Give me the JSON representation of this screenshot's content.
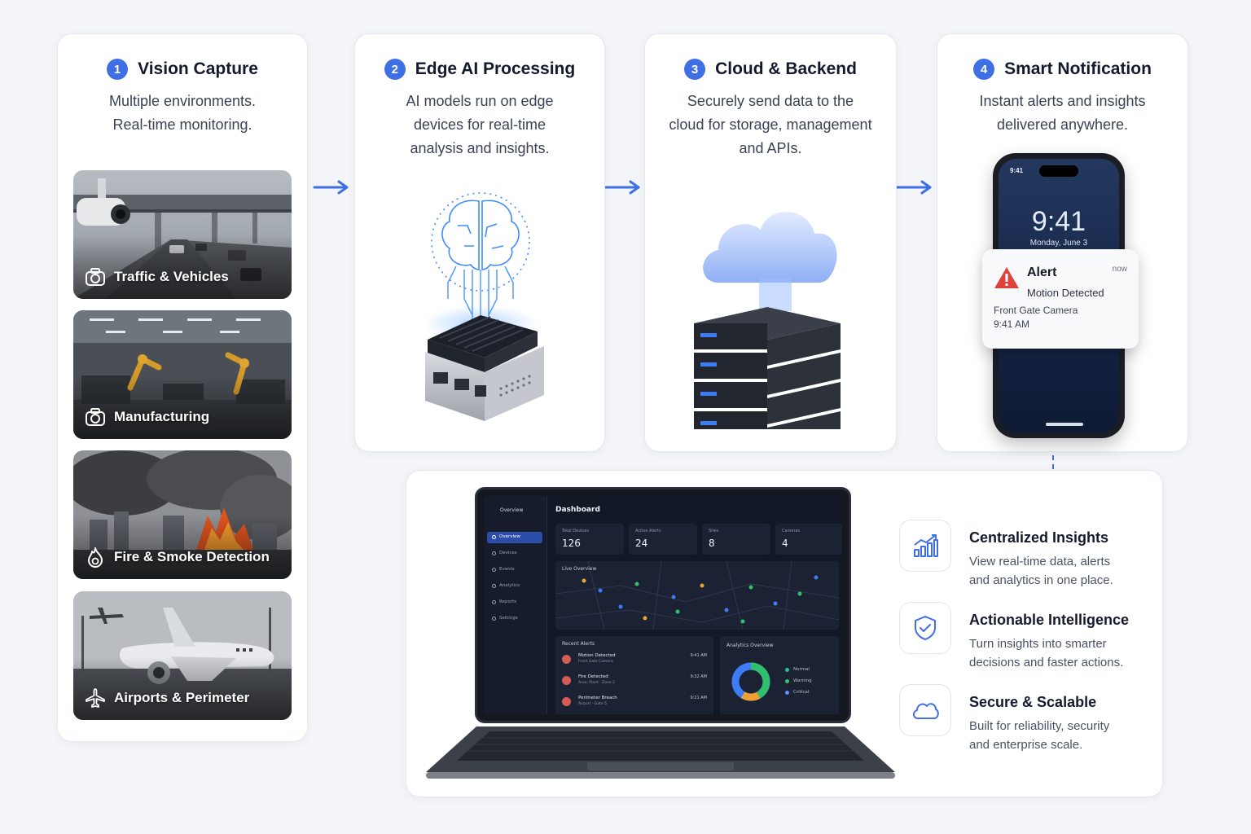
{
  "steps": [
    {
      "num": "1",
      "title": "Vision Capture",
      "desc_lines": [
        "Multiple environments.",
        "Real-time monitoring."
      ]
    },
    {
      "num": "2",
      "title": "Edge AI Processing",
      "desc_lines": [
        "AI models run on edge",
        "devices for real-time",
        "analysis and insights."
      ]
    },
    {
      "num": "3",
      "title": "Cloud & Backend",
      "desc_lines": [
        "Securely send data to the",
        "cloud for storage, management",
        "and APIs."
      ]
    },
    {
      "num": "4",
      "title": "Smart Notification",
      "desc_lines": [
        "Instant alerts and insights",
        "delivered anywhere."
      ]
    }
  ],
  "environments": [
    {
      "label": "Traffic & Vehicles",
      "icon": "camera-icon"
    },
    {
      "label": "Manufacturing",
      "icon": "camera-icon"
    },
    {
      "label": "Fire & Smoke Detection",
      "icon": "fire-icon"
    },
    {
      "label": "Airports & Perimeter",
      "icon": "airplane-icon"
    }
  ],
  "phone": {
    "status_time": "9:41",
    "clock": "9:41",
    "date": "Monday, June 3",
    "notification": {
      "title": "Alert",
      "time": "now",
      "subtitle": "Motion Detected",
      "source": "Front Gate Camera",
      "timestamp": "9:41 AM"
    }
  },
  "dashboard": {
    "brand": "Overview",
    "title": "Dashboard",
    "nav": [
      "Overview",
      "Devices",
      "Events",
      "Analytics",
      "Reports",
      "Settings"
    ],
    "stats": [
      {
        "label": "Total Devices",
        "value": "126"
      },
      {
        "label": "Active Alerts",
        "value": "24"
      },
      {
        "label": "Sites",
        "value": "8"
      },
      {
        "label": "Cameras",
        "value": "4"
      }
    ],
    "live_title": "Live Overview",
    "alerts_title": "Recent Alerts",
    "alerts": [
      {
        "title": "Motion Detected",
        "sub": "Front Gate Camera",
        "time": "9:41 AM"
      },
      {
        "title": "Fire Detected",
        "sub": "Area: Plant - Zone 2",
        "time": "9:32 AM"
      },
      {
        "title": "Perimeter Breach",
        "sub": "Airport - Gate 5",
        "time": "9:21 AM"
      }
    ],
    "analytics_title": "Analytics Overview",
    "legend": [
      {
        "label": "Normal",
        "color": "#2fbf8f"
      },
      {
        "label": "Warning",
        "color": "#3ec46d"
      },
      {
        "label": "Critical",
        "color": "#6b8cff"
      }
    ]
  },
  "features": [
    {
      "title": "Centralized Insights",
      "desc_lines": [
        "View real-time data, alerts",
        "and analytics in one place."
      ],
      "icon": "chart-icon"
    },
    {
      "title": "Actionable Intelligence",
      "desc_lines": [
        "Turn insights into smarter",
        "decisions and faster actions."
      ],
      "icon": "shield-icon"
    },
    {
      "title": "Secure & Scalable",
      "desc_lines": [
        "Built for reliability, security",
        "and enterprise scale."
      ],
      "icon": "cloud-icon"
    }
  ],
  "colors": {
    "accent": "#3f6fe5",
    "alert_red": "#e0413a",
    "background": "#f3f5f9"
  }
}
